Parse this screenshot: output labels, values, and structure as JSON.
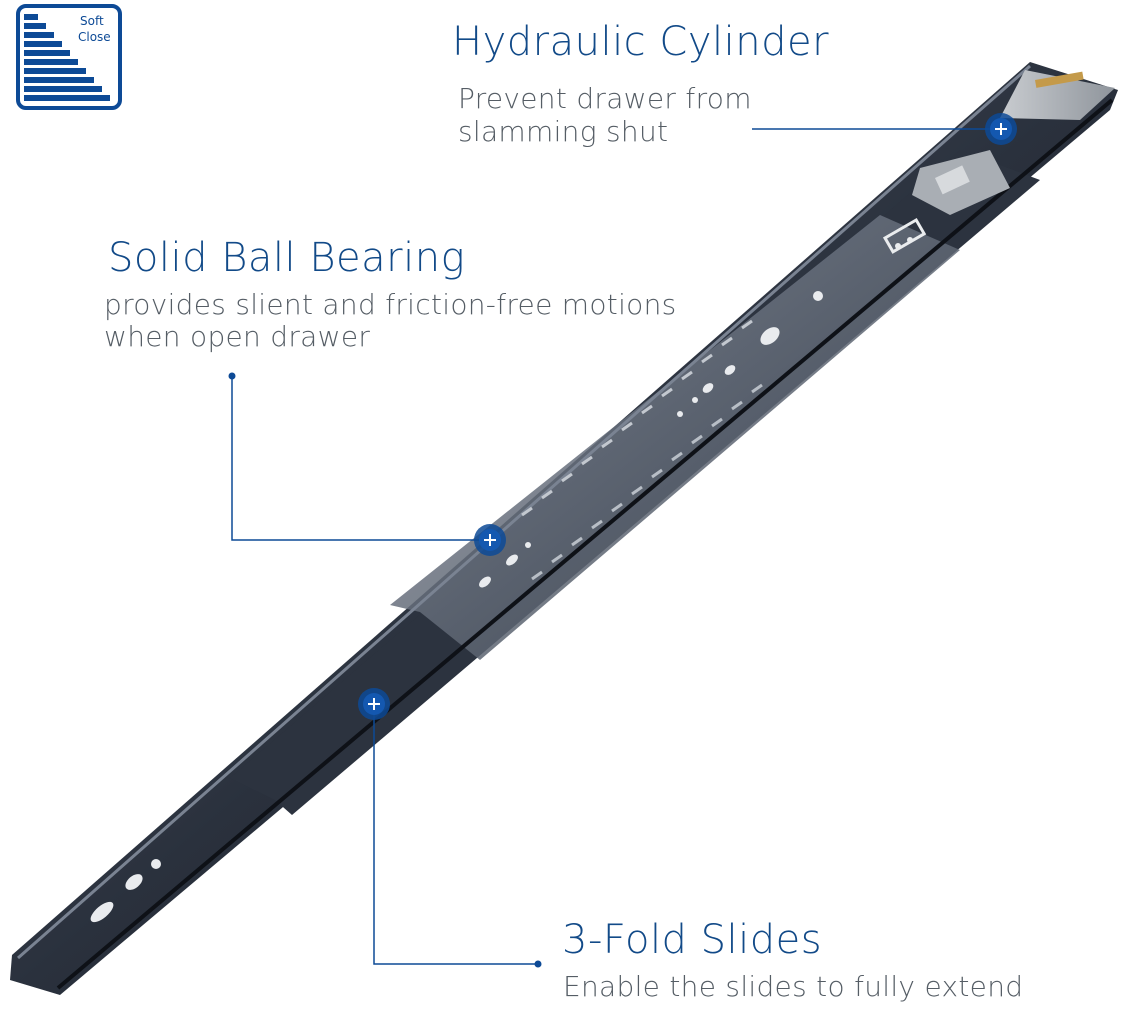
{
  "theme": {
    "accent": "#0d4a96",
    "title_color": "#124a88",
    "text_color": "#555d65",
    "rail_dark": "#1b2029",
    "rail_mid": "#3a4352",
    "rail_light": "#6b7484"
  },
  "badge": {
    "line1": "Soft",
    "line2": "Close",
    "icon": "soft-close-stairs-icon"
  },
  "callouts": {
    "hydraulic": {
      "title": "Hydraulic Cylinder",
      "desc_line1": "Prevent drawer from",
      "desc_line2": "slamming shut",
      "icon": "plus-marker-icon"
    },
    "bearing": {
      "title": "Solid Ball Bearing",
      "desc_line1": "provides slient and friction-free motions",
      "desc_line2": "when open drawer",
      "icon": "plus-marker-icon"
    },
    "slides": {
      "title": "3-Fold Slides",
      "desc_line1": "Enable the slides to fully extend",
      "icon": "plus-marker-icon"
    }
  }
}
